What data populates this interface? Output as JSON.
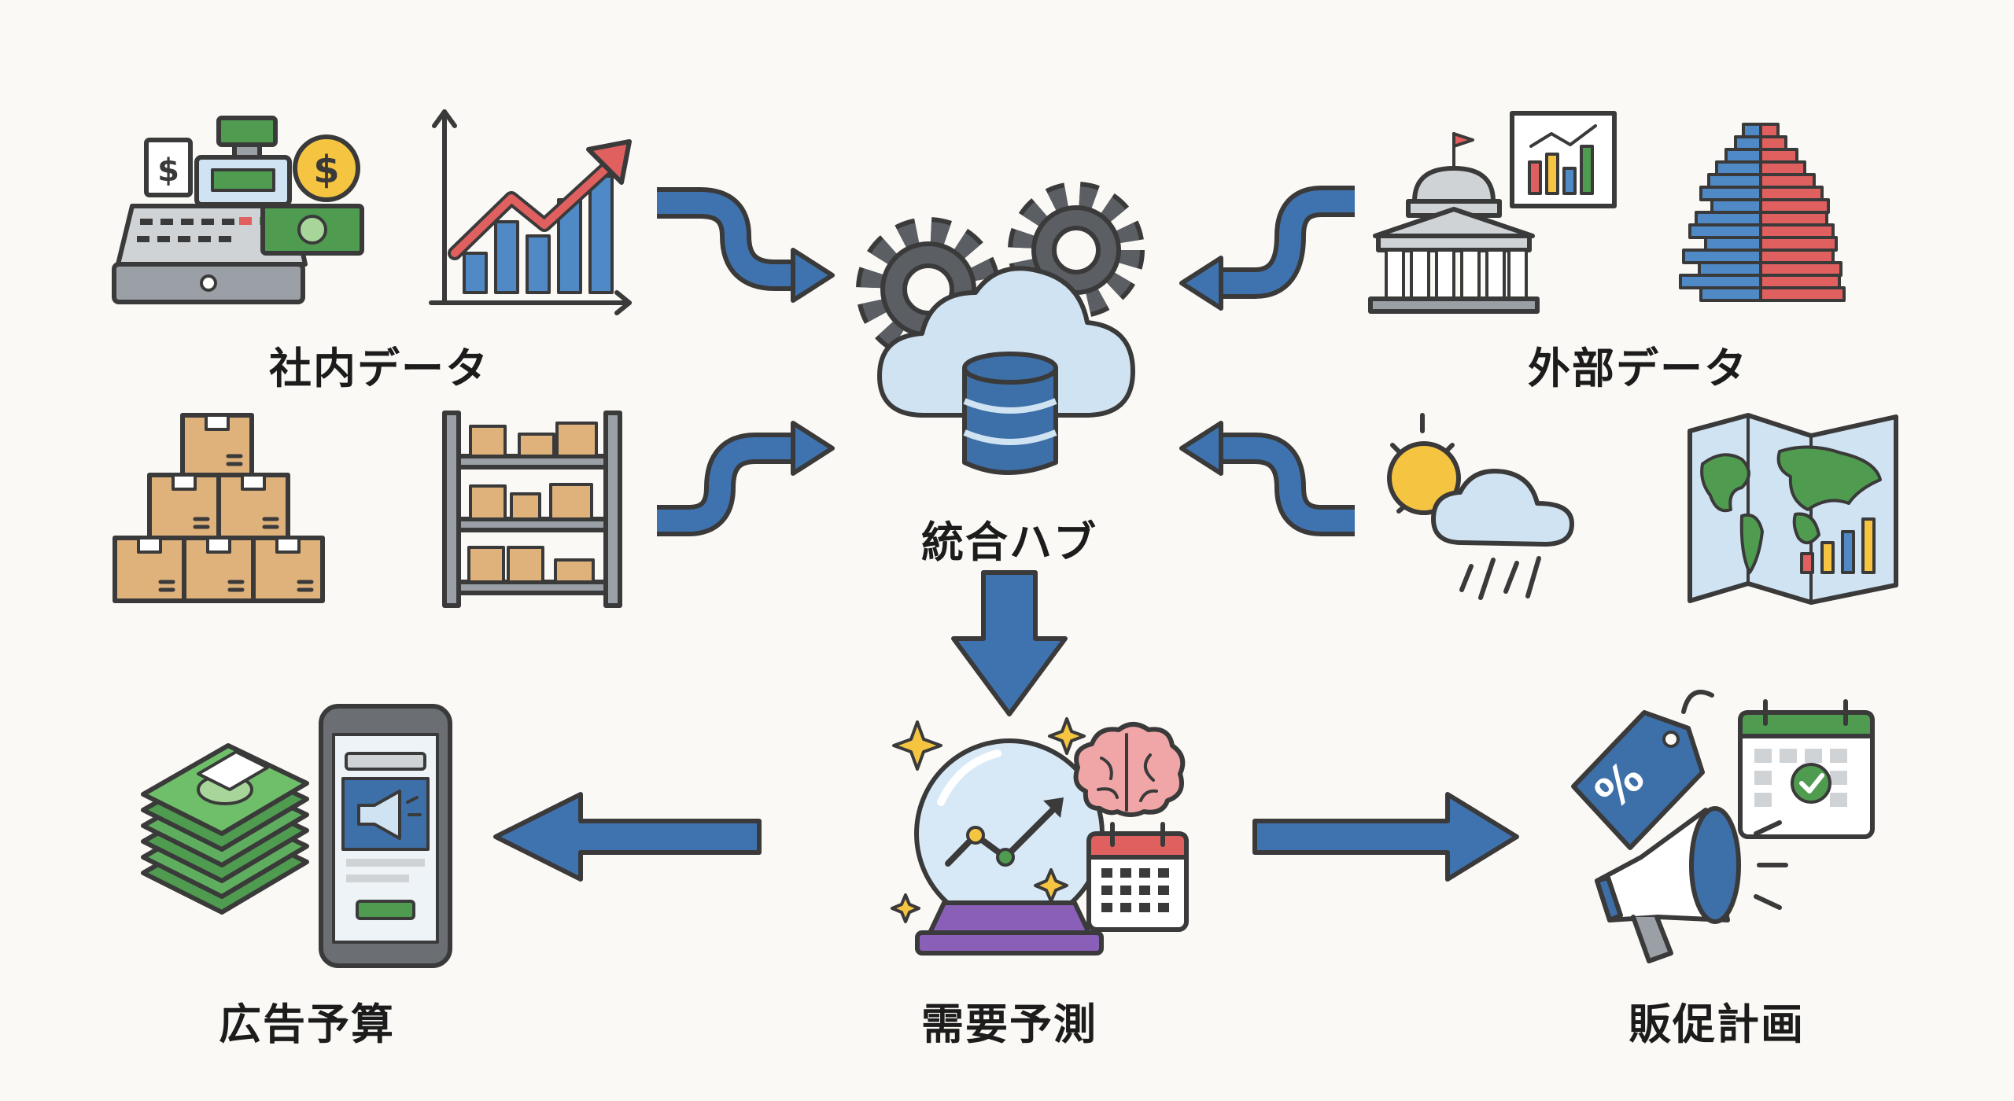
{
  "labels": {
    "internal": "社内データ",
    "external": "外部データ",
    "hub": "統合ハブ",
    "forecast": "需要予測",
    "ad_budget": "広告予算",
    "promo_plan": "販促計画"
  },
  "colors": {
    "arrow_blue": "#3f73b0",
    "outline": "#3a3a3a",
    "cloud": "#cfe3f2",
    "db": "#3d6fa8",
    "gear": "#5b5e63",
    "box": "#dfb27b",
    "green": "#4f9b4f",
    "red": "#e0605f",
    "yellow": "#f5c542",
    "purple": "#8a5fb8",
    "pink": "#f0a6a6"
  },
  "icons": {
    "cash_register": "cash-register-icon",
    "growth_chart": "growth-chart-icon",
    "boxes": "stacked-boxes-icon",
    "shelves": "warehouse-shelf-icon",
    "gears_cloud_db": "cloud-database-gears-icon",
    "government": "government-building-icon",
    "pyramid": "population-pyramid-icon",
    "weather": "weather-icon",
    "map": "world-map-icon",
    "money": "money-stack-icon",
    "phone_ad": "phone-ad-icon",
    "crystal_ball": "crystal-ball-icon",
    "brain": "brain-icon",
    "calendar": "calendar-icon",
    "price_tag": "price-tag-icon",
    "megaphone": "megaphone-icon"
  }
}
